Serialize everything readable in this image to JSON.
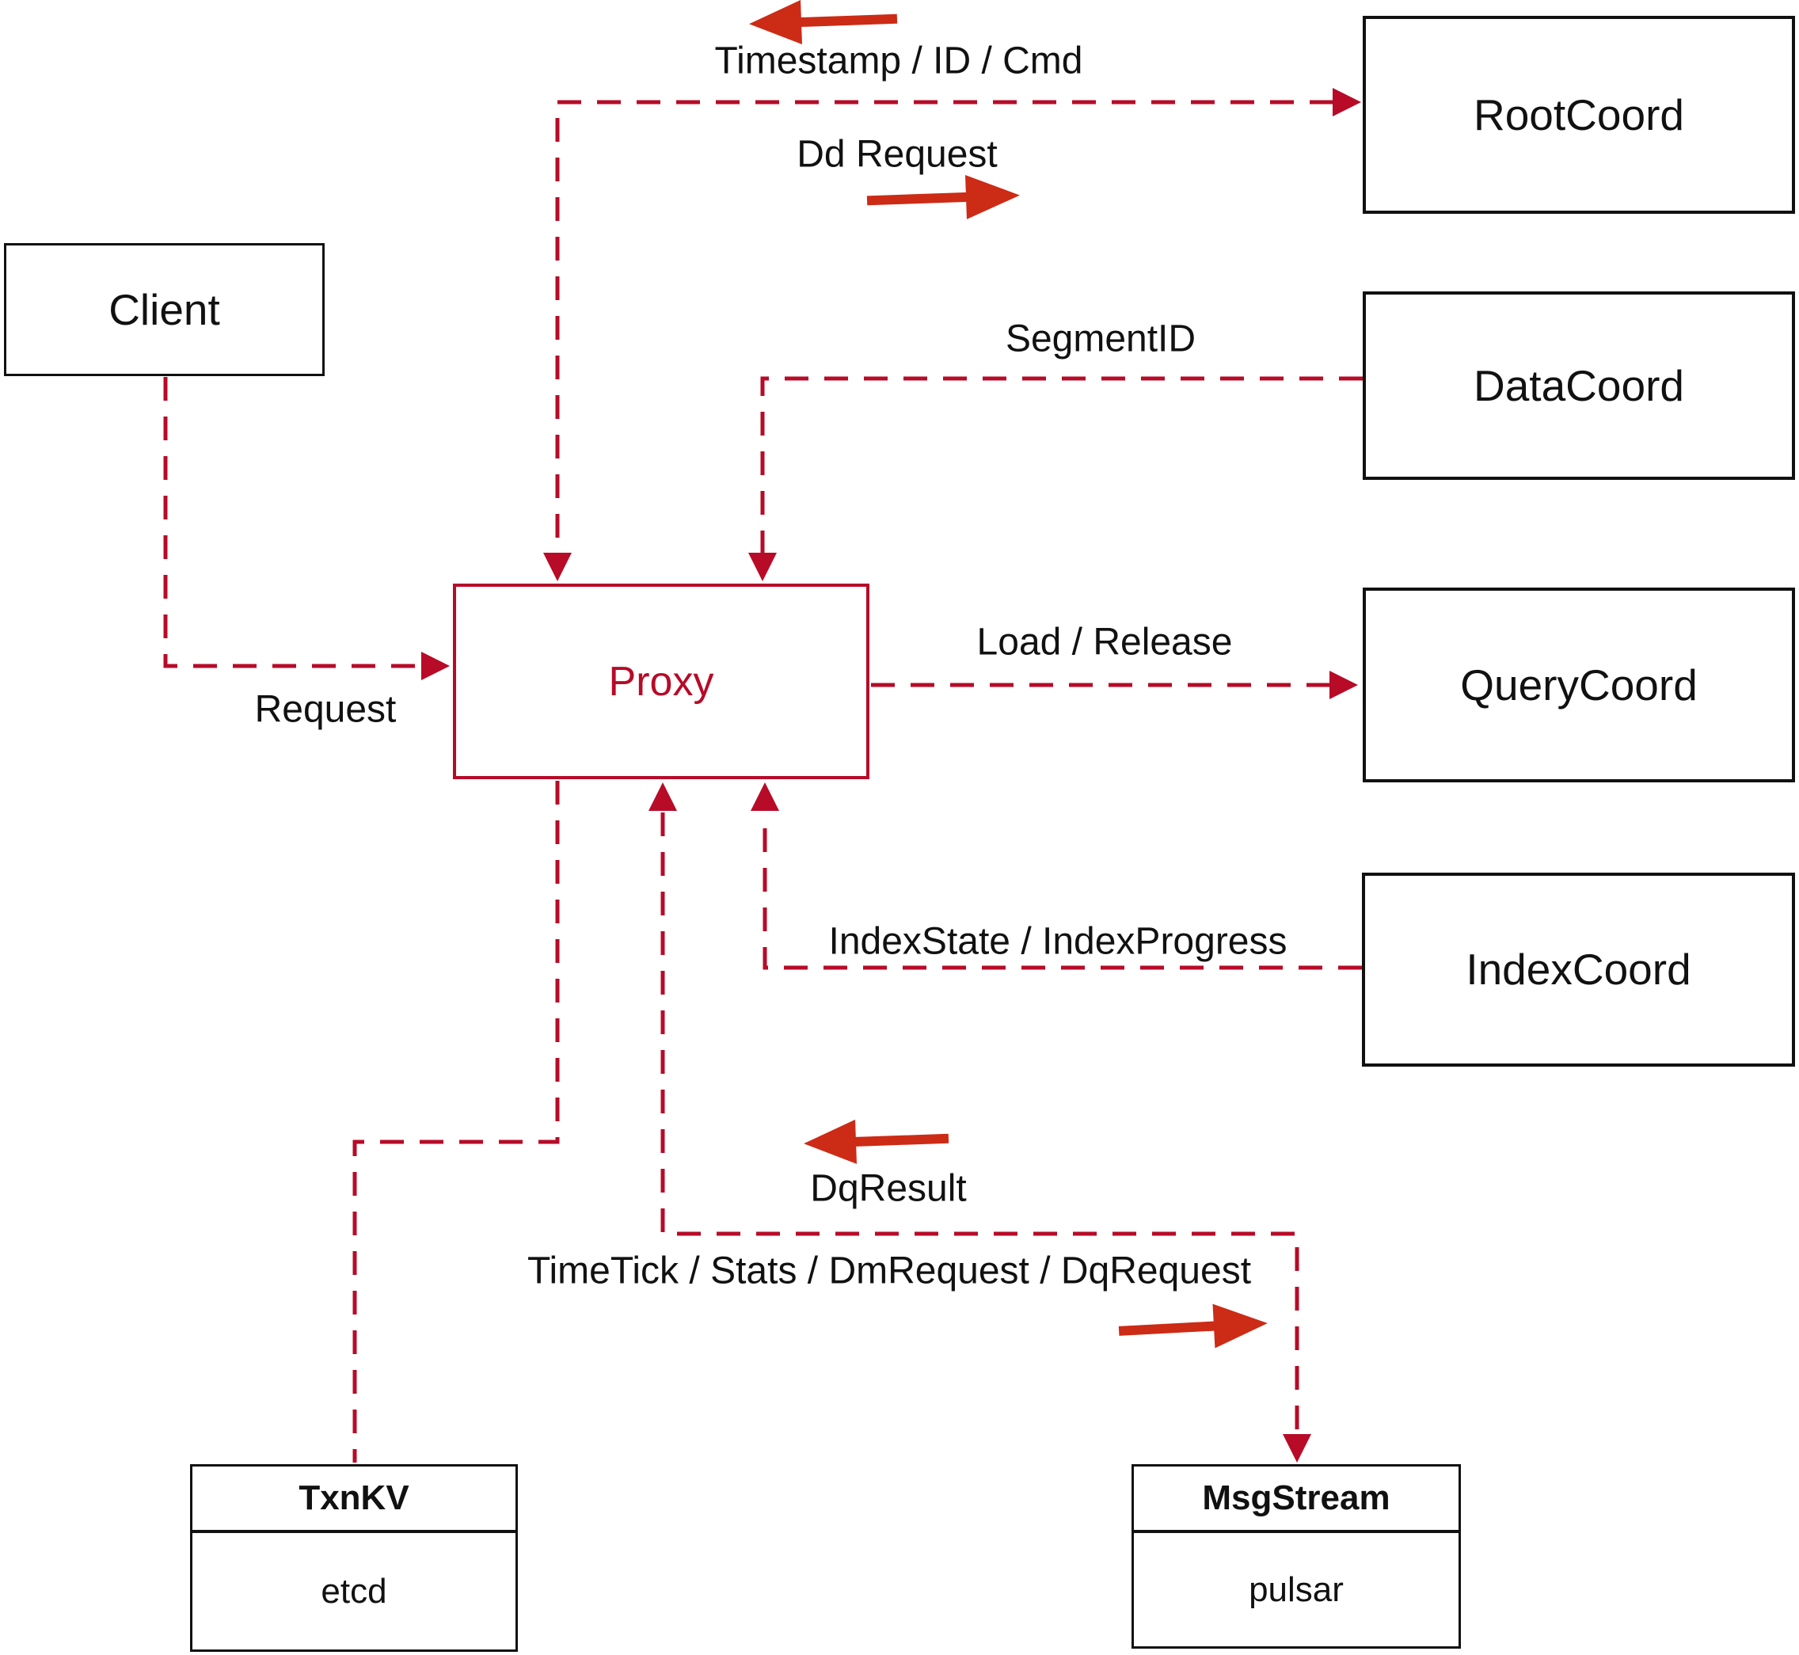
{
  "nodes": {
    "client": {
      "label": "Client"
    },
    "proxy": {
      "label": "Proxy"
    },
    "root_coord": {
      "label": "RootCoord"
    },
    "data_coord": {
      "label": "DataCoord"
    },
    "query_coord": {
      "label": "QueryCoord"
    },
    "index_coord": {
      "label": "IndexCoord"
    },
    "txn_kv": {
      "title": "TxnKV",
      "impl": "etcd"
    },
    "msg_stream": {
      "title": "MsgStream",
      "impl": "pulsar"
    }
  },
  "edges": {
    "timestamp_id_cmd": {
      "label": "Timestamp / ID / Cmd",
      "direction": "RootCoord to Proxy"
    },
    "dd_request": {
      "label": "Dd Request",
      "direction": "Proxy to RootCoord"
    },
    "segment_id": {
      "label": "SegmentID",
      "direction": "DataCoord to Proxy"
    },
    "load_release": {
      "label": "Load / Release",
      "direction": "Proxy to QueryCoord"
    },
    "index_state": {
      "label": "IndexState / IndexProgress",
      "direction": "IndexCoord to Proxy"
    },
    "request": {
      "label": "Request",
      "direction": "Client to Proxy"
    },
    "dq_result": {
      "label": "DqResult",
      "direction": "MsgStream to Proxy"
    },
    "time_tick": {
      "label": "TimeTick / Stats / DmRequest / DqRequest",
      "direction": "Proxy to MsgStream"
    }
  },
  "icons": [
    {
      "name": "left-arrow-icon",
      "meaning": "flow toward Proxy (return path)"
    },
    {
      "name": "right-arrow-icon",
      "meaning": "flow away from Proxy (request path)"
    }
  ],
  "colors": {
    "connector_red": "#b70b28",
    "arrow_red": "#cc2b16",
    "ink": "#111111",
    "background": "#ffffff"
  }
}
